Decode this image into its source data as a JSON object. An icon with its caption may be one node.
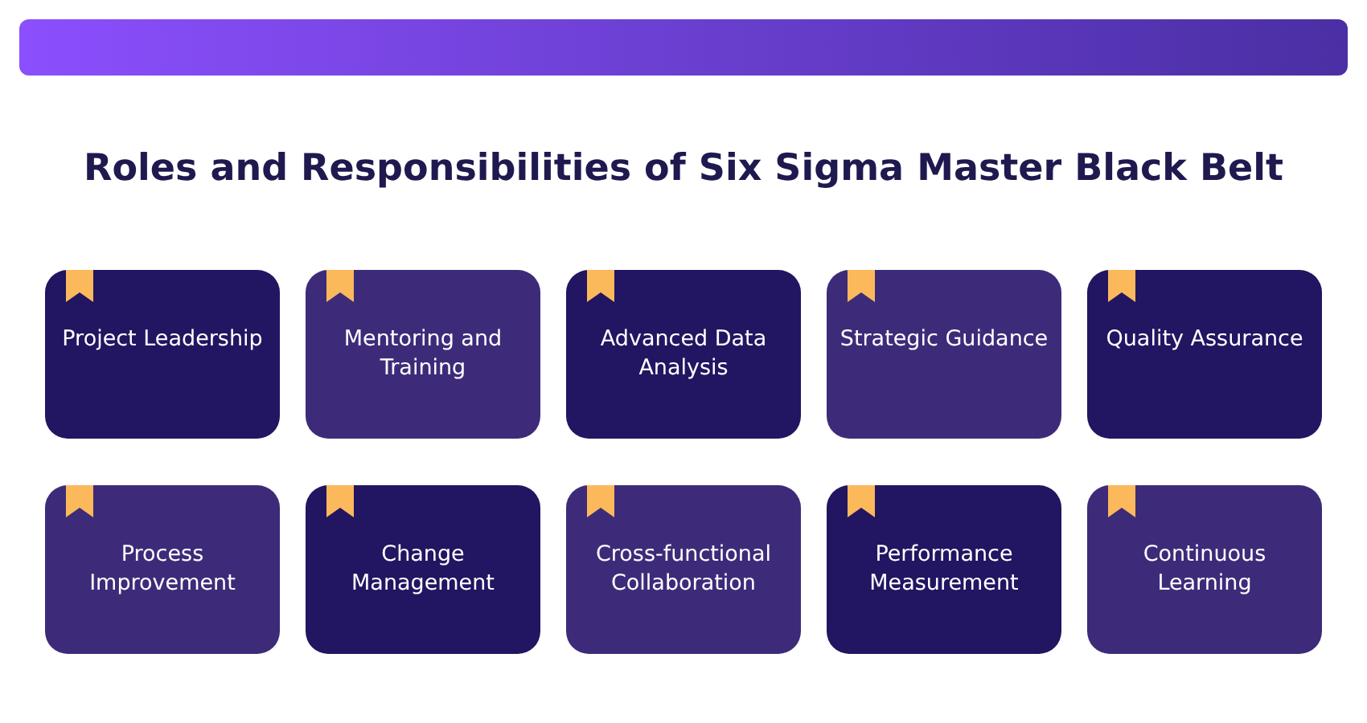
{
  "diagram": {
    "title": "Roles and Responsibilities of Six Sigma Master Black Belt",
    "nodes": [
      {
        "text": [
          "Project Leadership"
        ]
      },
      {
        "text": [
          "Mentoring and Training"
        ]
      },
      {
        "text": [
          "Advanced Data Analysis"
        ]
      },
      {
        "text": [
          "Strategic Guidance"
        ]
      },
      {
        "text": [
          "Quality Assurance"
        ]
      },
      {
        "text": [
          "Process Improvement"
        ]
      },
      {
        "text": [
          "Change Management"
        ]
      },
      {
        "text": [
          "Cross-functional Collaboration"
        ]
      },
      {
        "text": [
          "Performance Measurement"
        ]
      },
      {
        "text": [
          "Continuous Learning"
        ]
      }
    ]
  }
}
